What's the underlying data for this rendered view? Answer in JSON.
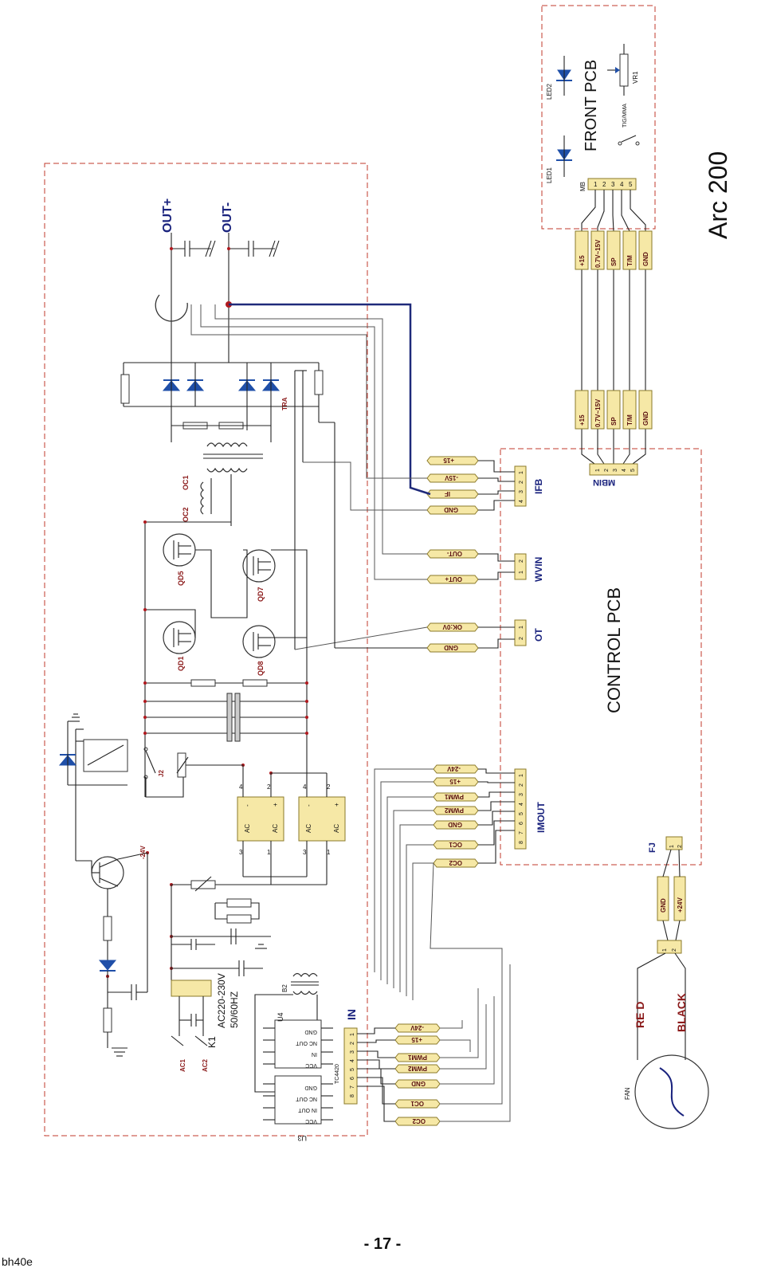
{
  "title": "Arc 200",
  "footer": {
    "page_number": "- 17 -",
    "doc_code": "bh40e"
  },
  "boards": {
    "front_pcb": "FRONT PCB",
    "control_pcb": "CONTROL PCB"
  },
  "front_pcb": {
    "led1": "LED1",
    "led2": "LED2",
    "switch": "TIG/MMA",
    "pot": "VR1",
    "connector": "MB",
    "pins": [
      "1",
      "2",
      "3",
      "4",
      "5"
    ]
  },
  "mb_wires": [
    "+15",
    "0.7V~15V",
    "SP",
    "T/M",
    "GND"
  ],
  "mbin": {
    "name": "MBIN",
    "pins": [
      "1",
      "2",
      "3",
      "4",
      "5"
    ]
  },
  "power": {
    "out_plus": "OUT+",
    "out_minus": "OUT-",
    "oc1": "OC1",
    "oc2": "OC2",
    "tr_a": "TRA",
    "mosfets": [
      "QD5",
      "QD7",
      "QD1",
      "QD8"
    ],
    "relay": "J2",
    "transistor_supply": "-24V",
    "k1": "K1",
    "mains": "AC220-230V",
    "freq": "50/60HZ",
    "ac1": "AC1",
    "ac2": "AC2",
    "bridge_labels": [
      "AC",
      "AC",
      "-",
      "+"
    ],
    "bridge_pins": [
      "1",
      "2",
      "3",
      "4"
    ],
    "b2": "B2"
  },
  "ifb": {
    "name": "IFB",
    "tags": [
      "+15",
      "-15V",
      "IF",
      "GND"
    ],
    "pins": [
      "1",
      "2",
      "3",
      "4"
    ]
  },
  "wvin": {
    "name": "WVIN",
    "tags": [
      "OUT-",
      "OUT+"
    ],
    "pins": [
      "2",
      "1"
    ]
  },
  "ot": {
    "name": "OT",
    "tags": [
      "OK:0V",
      "GND"
    ],
    "pins": [
      "1",
      "2"
    ]
  },
  "imout": {
    "name": "IMOUT",
    "tags": [
      "-24V",
      "+15",
      "PWM1",
      "PWM2",
      "GND",
      "OC1",
      "OC2"
    ],
    "pins": [
      "1",
      "2",
      "3",
      "4",
      "5",
      "6",
      "7",
      "8"
    ]
  },
  "fj": {
    "name": "FJ",
    "tags": [
      "GND",
      "+24V"
    ],
    "pins": [
      "1",
      "2"
    ]
  },
  "fan": {
    "name": "FAN",
    "red": "RE D",
    "black": "BLACK",
    "pins": [
      "1",
      "2"
    ]
  },
  "in_conn": {
    "name": "IN",
    "tags": [
      "-24V",
      "+15",
      "PWM1",
      "PWM2",
      "GND",
      "OC1",
      "OC2"
    ],
    "pins": [
      "1",
      "2",
      "3",
      "4",
      "5",
      "6",
      "7",
      "8"
    ]
  },
  "drivers": {
    "u3": "U3",
    "u4": "U4",
    "chip": "TC4420",
    "pins": [
      "VCC",
      "IN",
      "NC OUT",
      "GND",
      "IN OUT"
    ]
  }
}
